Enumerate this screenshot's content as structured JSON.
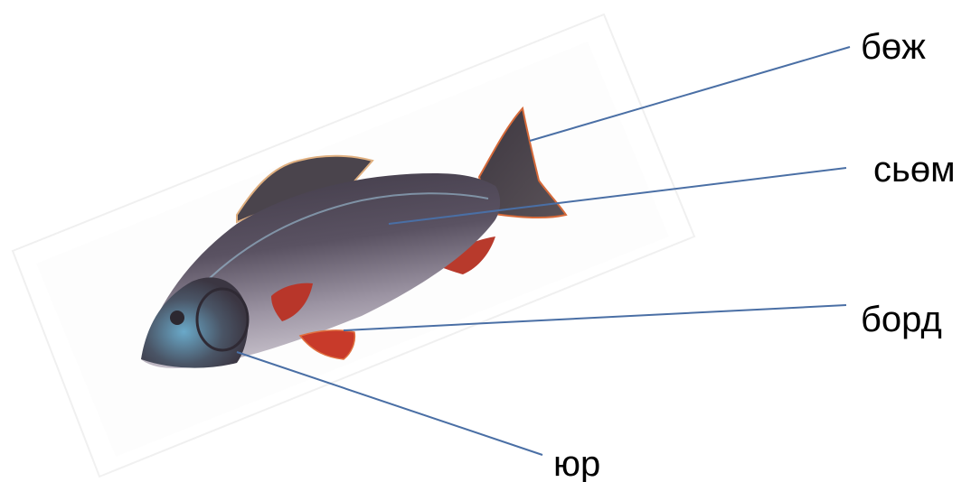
{
  "labels": {
    "tail": "бөж",
    "body": "сьөм",
    "fin": "борд",
    "head": "юр"
  },
  "colors": {
    "pointer_line": "#4a6fa5",
    "fish_back": "#4b4452",
    "fish_belly": "#b7b0bd",
    "fins": "#c83a2a"
  }
}
